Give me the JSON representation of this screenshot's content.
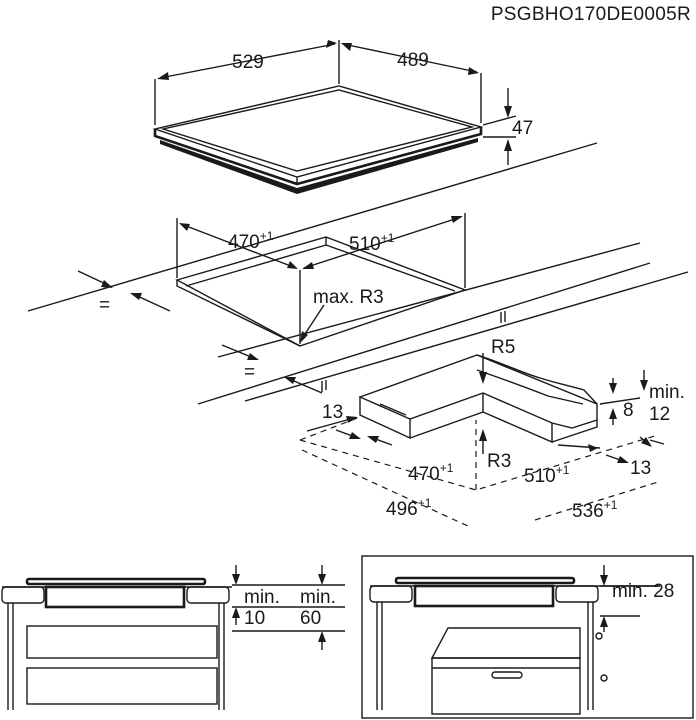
{
  "document_code": "PSGBHO170DE0005R",
  "hob": {
    "width": "529",
    "depth": "489",
    "height": "47"
  },
  "cutout": {
    "width": "470",
    "width_tol": "+1",
    "depth": "510",
    "depth_tol": "+1",
    "radius": "max. R3",
    "equal_left": "=",
    "equal_front": "="
  },
  "frame": {
    "corner_radius": "R5",
    "inner_radius": "R3",
    "offset_left": "13",
    "offset_right": "13",
    "min_label": "min.",
    "min_value": "12",
    "depth_value": "8",
    "inner_width": "470",
    "inner_width_tol": "+1",
    "inner_depth": "510",
    "inner_depth_tol": "+1",
    "outer_width": "496",
    "outer_width_tol": "+1",
    "outer_depth": "536",
    "outer_depth_tol": "+1"
  },
  "section_left": {
    "min1_label": "min.",
    "min1_value": "10",
    "min2_label": "min.",
    "min2_value": "60"
  },
  "section_right": {
    "clearance": "min. 28"
  }
}
